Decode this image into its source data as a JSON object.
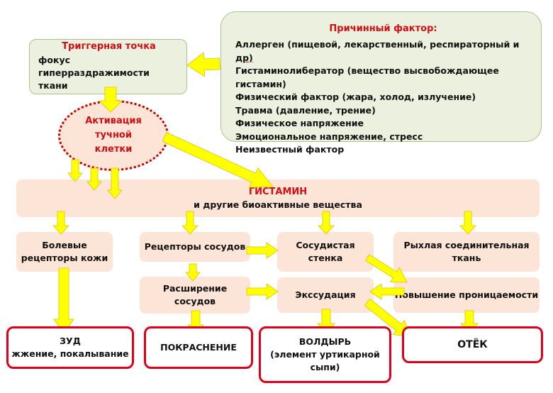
{
  "cause": {
    "title": "Причинный фактор:",
    "items": [
      "Аллерген (пищевой, лекарственный, респираторный и ",
      "Гистаминолибератор (вещество высвобождающее гистамин)",
      "Физический фактор (жара, холод, излучение)",
      "Травма (давление, трение)",
      "Физическое напряжение",
      "Эмоциональное напряжение, стресс",
      "Неизвестный фактор"
    ],
    "first_item_tail": "др)"
  },
  "trigger": {
    "title": "Триггерная точка",
    "text": "фокус гиперраздражимости ткани"
  },
  "mast_cell": {
    "lines": [
      "Активация",
      "тучной",
      "клетки"
    ]
  },
  "histamine": {
    "title": "ГИСТАМИН",
    "subtitle": "и другие биоактивные вещества"
  },
  "mechanisms": {
    "skin_receptors": [
      "Болевые",
      "рецепторы кожи"
    ],
    "vessel_receptors": "Рецепторы сосудов",
    "vascular_wall": [
      "Сосудистая",
      "стенка"
    ],
    "loose_tissue": [
      "Рыхлая соединительная",
      "ткань"
    ],
    "dilation": [
      "Расширение",
      "сосудов"
    ],
    "exudation": "Экссудация",
    "permeability": "Повышение проницаемости"
  },
  "outcomes": {
    "itch": [
      "ЗУД",
      "жжение, покалывание"
    ],
    "redness": "ПОКРАСНЕНИЕ",
    "wheal": [
      "ВОЛДЫРЬ",
      "(элемент уртикарной",
      "сыпи)"
    ],
    "edema": "ОТЁК"
  },
  "colors": {
    "arrow": "#ffff00",
    "arrow_outline": "#d7c600",
    "accent_red": "#d40d12",
    "outcome_border": "#e0001b",
    "green_fill": "#ebf1de",
    "peach_fill": "#fce4d6"
  }
}
